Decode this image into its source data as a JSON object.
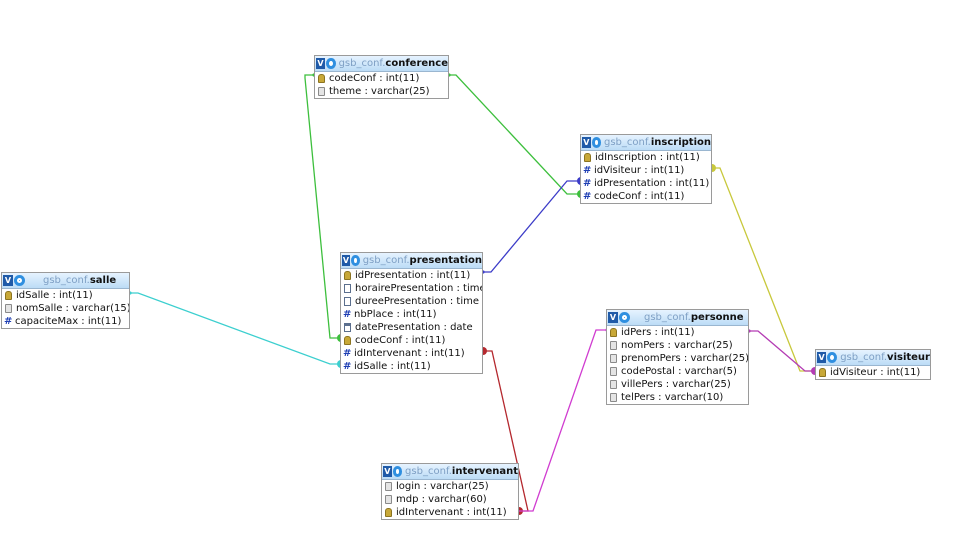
{
  "db_prefix": "gsb_conf.",
  "v_label": "V",
  "colors": {
    "conference_presentation": "#3dbf3d",
    "conference_inscription": "#3dbf3d",
    "presentation_inscription": "#3c3cc8",
    "visiteur_inscription": "#c8c83c",
    "salle_presentation": "#3ccfcf",
    "intervenant_presentation": "#b4282e",
    "personne_intervenant": "#d03cd0",
    "personne_visiteur": "#b43cb4"
  },
  "tables": {
    "conference": {
      "name": "conference",
      "rows": [
        {
          "text": "codeConf : int(11)",
          "icon": "key-icon"
        },
        {
          "text": "theme : varchar(25)",
          "icon": "column-icon"
        }
      ]
    },
    "inscription": {
      "name": "inscription",
      "rows": [
        {
          "text": "idInscription : int(11)",
          "icon": "key-icon"
        },
        {
          "text": "idVisiteur : int(11)",
          "icon": "index-icon"
        },
        {
          "text": "idPresentation : int(11)",
          "icon": "index-icon"
        },
        {
          "text": "codeConf : int(11)",
          "icon": "index-icon"
        }
      ]
    },
    "salle": {
      "name": "salle",
      "rows": [
        {
          "text": "idSalle : int(11)",
          "icon": "key-icon"
        },
        {
          "text": "nomSalle : varchar(15)",
          "icon": "column-icon"
        },
        {
          "text": "capaciteMax : int(11)",
          "icon": "index-icon"
        }
      ]
    },
    "presentation": {
      "name": "presentation",
      "rows": [
        {
          "text": "idPresentation : int(11)",
          "icon": "key-icon"
        },
        {
          "text": "horairePresentation : time",
          "icon": "time-icon"
        },
        {
          "text": "dureePresentation : time",
          "icon": "time-icon"
        },
        {
          "text": "nbPlace : int(11)",
          "icon": "index-icon"
        },
        {
          "text": "datePresentation : date",
          "icon": "date-icon"
        },
        {
          "text": "codeConf : int(11)",
          "icon": "key-icon"
        },
        {
          "text": "idIntervenant : int(11)",
          "icon": "index-icon"
        },
        {
          "text": "idSalle : int(11)",
          "icon": "index-icon"
        }
      ]
    },
    "personne": {
      "name": "personne",
      "rows": [
        {
          "text": "idPers : int(11)",
          "icon": "key-icon"
        },
        {
          "text": "nomPers : varchar(25)",
          "icon": "column-icon"
        },
        {
          "text": "prenomPers : varchar(25)",
          "icon": "column-icon"
        },
        {
          "text": "codePostal : varchar(5)",
          "icon": "column-icon"
        },
        {
          "text": "villePers : varchar(25)",
          "icon": "column-icon"
        },
        {
          "text": "telPers : varchar(10)",
          "icon": "column-icon"
        }
      ]
    },
    "visiteur": {
      "name": "visiteur",
      "rows": [
        {
          "text": "idVisiteur : int(11)",
          "icon": "key-icon"
        }
      ]
    },
    "intervenant": {
      "name": "intervenant",
      "rows": [
        {
          "text": "login : varchar(25)",
          "icon": "column-icon"
        },
        {
          "text": "mdp : varchar(60)",
          "icon": "column-icon"
        },
        {
          "text": "idIntervenant : int(11)",
          "icon": "key-icon"
        }
      ]
    }
  }
}
